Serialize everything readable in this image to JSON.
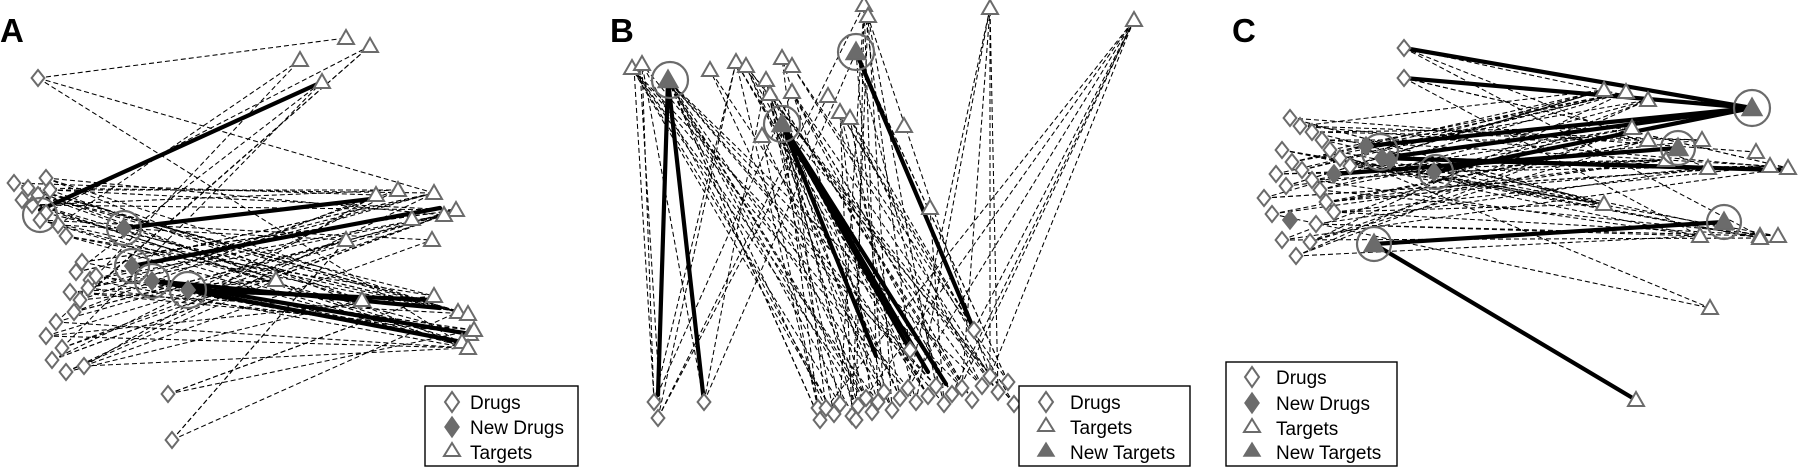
{
  "panels": [
    {
      "label": "A",
      "legend": [
        {
          "text": "Drugs",
          "marker": "diamond-open"
        },
        {
          "text": "New Drugs",
          "marker": "diamond-filled"
        },
        {
          "text": "Targets",
          "marker": "triangle-open"
        }
      ]
    },
    {
      "label": "B",
      "legend": [
        {
          "text": "Drugs",
          "marker": "diamond-open"
        },
        {
          "text": "Targets",
          "marker": "triangle-open"
        },
        {
          "text": "New Targets",
          "marker": "triangle-filled"
        }
      ]
    },
    {
      "label": "C",
      "legend": [
        {
          "text": "Drugs",
          "marker": "diamond-open"
        },
        {
          "text": "New Drugs",
          "marker": "diamond-filled"
        },
        {
          "text": "Targets",
          "marker": "triangle-open"
        },
        {
          "text": "New Targets",
          "marker": "triangle-filled"
        }
      ]
    }
  ],
  "colors": {
    "marker": "#6b6b6b",
    "edge": "#000000",
    "background": "#ffffff"
  }
}
